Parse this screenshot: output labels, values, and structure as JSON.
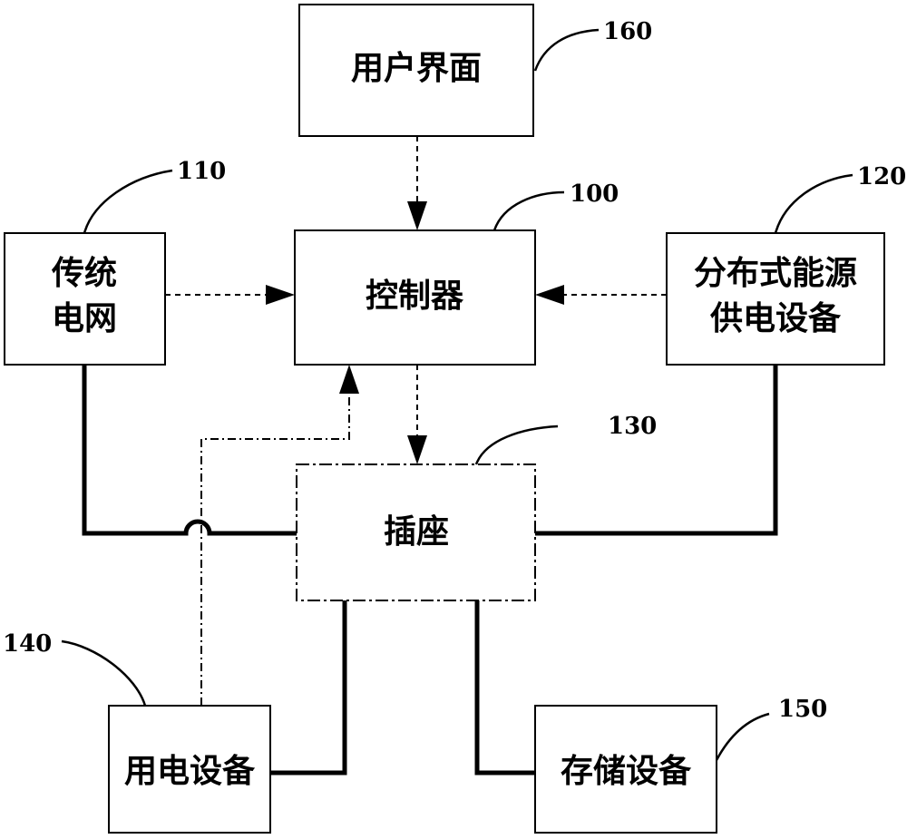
{
  "blocks": {
    "user_interface": {
      "label": "用户界面",
      "ref": "160"
    },
    "controller": {
      "label": "控制器",
      "ref": "100"
    },
    "traditional_grid": {
      "lines": [
        "传统",
        "电网"
      ],
      "ref": "110"
    },
    "distributed_energy": {
      "lines": [
        "分布式能源",
        "供电设备"
      ],
      "ref": "120"
    },
    "socket": {
      "label": "插座",
      "ref": "130"
    },
    "appliance": {
      "label": "用电设备",
      "ref": "140"
    },
    "storage": {
      "label": "存储设备",
      "ref": "150"
    }
  }
}
